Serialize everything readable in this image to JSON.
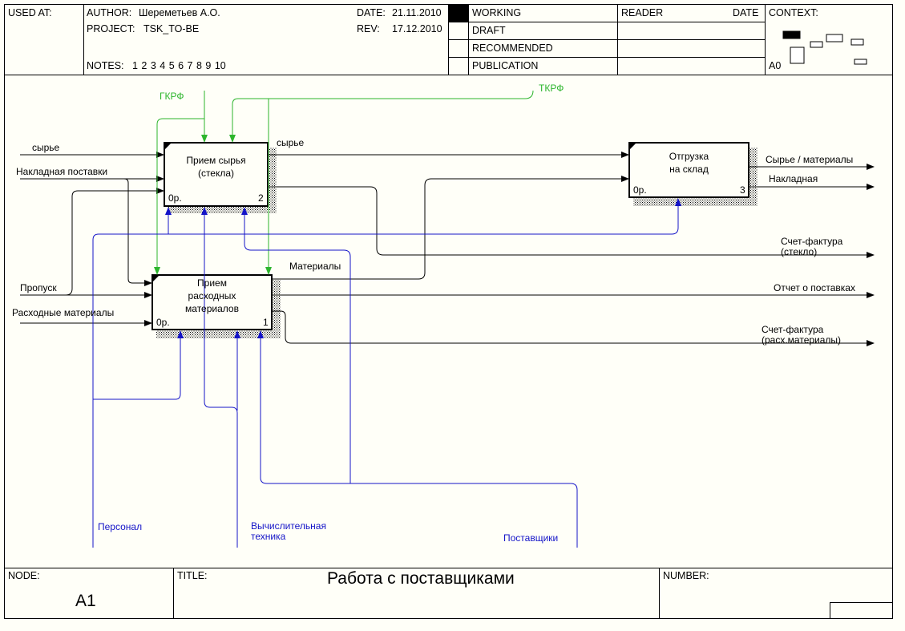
{
  "header": {
    "used_at_label": "USED AT:",
    "author_label": "AUTHOR:",
    "author": "Шереметьев А.О.",
    "project_label": "PROJECT:",
    "project": "TSK_TO-BE",
    "date_label": "DATE:",
    "date": "21.11.2010",
    "rev_label": "REV:",
    "rev": "17.12.2010",
    "notes_label": "NOTES:",
    "notes": "1  2  3  4  5  6  7  8  9  10",
    "status": [
      "WORKING",
      "DRAFT",
      "RECOMMENDED",
      "PUBLICATION"
    ],
    "reader_label": "READER",
    "reader_date_label": "DATE",
    "context_label": "CONTEXT:",
    "context_node": "A0"
  },
  "footer": {
    "node_label": "NODE:",
    "node": "A1",
    "title_label": "TITLE:",
    "title": "Работа с поставщиками",
    "number_label": "NUMBER:"
  },
  "blocks": [
    {
      "name": "Прием сырья\n(стекла)",
      "cost": "0р.",
      "num": "2"
    },
    {
      "name": "Прием\nрасходных\nматериалов",
      "cost": "0р.",
      "num": "1"
    },
    {
      "name": "Отгрузка\nна склад",
      "cost": "0р.",
      "num": "3"
    }
  ],
  "arrows": {
    "controls": [
      "ГКРФ",
      "ТКРФ"
    ],
    "inputs": [
      "сырье",
      "Накладная поставки",
      "Пропуск",
      "Расходные материалы"
    ],
    "internal": [
      "сырье",
      "Материалы"
    ],
    "outputs": [
      "Сырье / материалы",
      "Накладная",
      "Счет-фактура\n(стекло)",
      "Отчет о поставках",
      "Счет-фактура\n(расх.материалы)"
    ],
    "mechanisms": [
      "Персонал",
      "Вычислительная\nтехника",
      "Поставщики"
    ]
  },
  "colors": {
    "control": "#2db52d",
    "mechanism": "#1414c8",
    "line": "#000000",
    "background": "#fffff8"
  }
}
